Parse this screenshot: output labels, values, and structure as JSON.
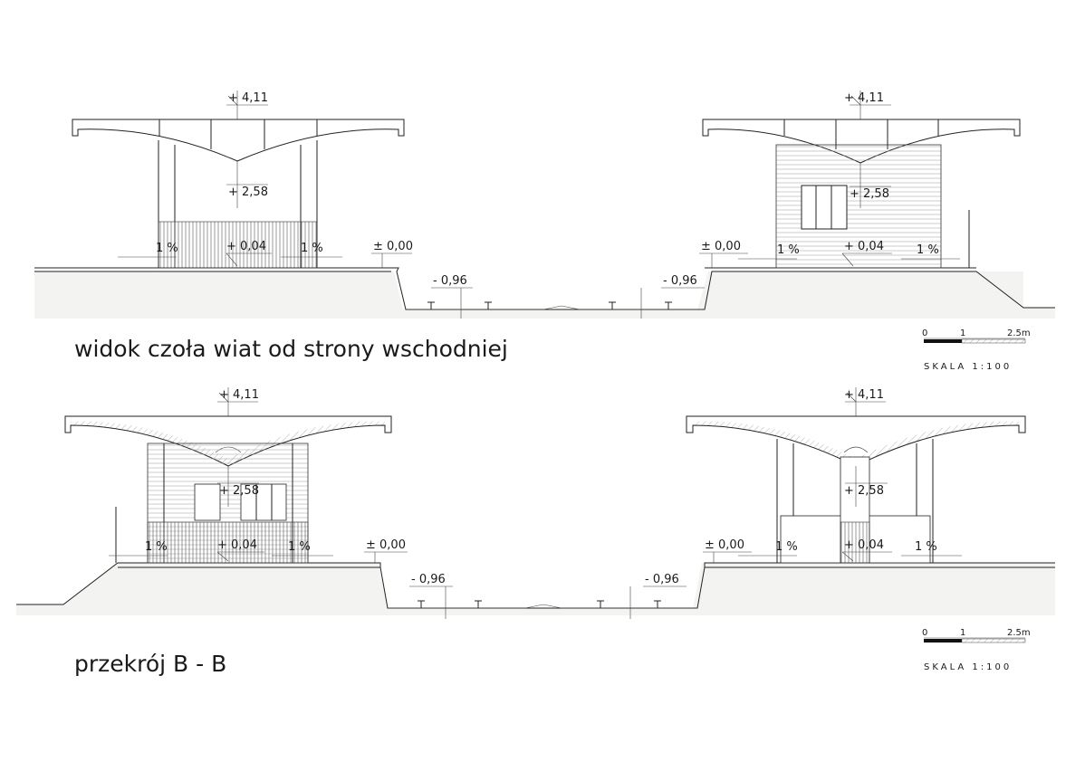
{
  "views": [
    {
      "title": "widok czoła wiat od strony wschodniej",
      "left_shelter": {
        "top_level": "+ 4,11",
        "mid_level": "+ 2,58",
        "floor_level": "+ 0,04",
        "slope_left": "1 %",
        "slope_right": "1 %"
      },
      "right_shelter": {
        "top_level": "+ 4,11",
        "mid_level": "+ 2,58",
        "floor_level": "+ 0,04",
        "slope_left": "1 %",
        "slope_right": "1 %"
      },
      "left_platform_level": "± 0,00",
      "right_platform_level": "± 0,00",
      "left_track_level": "- 0,96",
      "right_track_level": "- 0,96",
      "scale": {
        "tick_0": "0",
        "tick_1": "1",
        "tick_end": "2.5m",
        "label": "SKALA  1:100"
      }
    },
    {
      "title": "przekrój B - B",
      "left_shelter": {
        "top_level": "+ 4,11",
        "mid_level": "+ 2,58",
        "floor_level": "+ 0,04",
        "slope_left": "1 %",
        "slope_right": "1 %"
      },
      "right_shelter": {
        "top_level": "+ 4,11",
        "mid_level": "+ 2,58",
        "floor_level": "+ 0,04",
        "slope_left": "1 %",
        "slope_right": "1 %"
      },
      "left_platform_level": "± 0,00",
      "right_platform_level": "± 0,00",
      "left_track_level": "- 0,96",
      "right_track_level": "- 0,96",
      "scale": {
        "tick_0": "0",
        "tick_1": "1",
        "tick_end": "2.5m",
        "label": "SKALA  1:100"
      }
    }
  ]
}
